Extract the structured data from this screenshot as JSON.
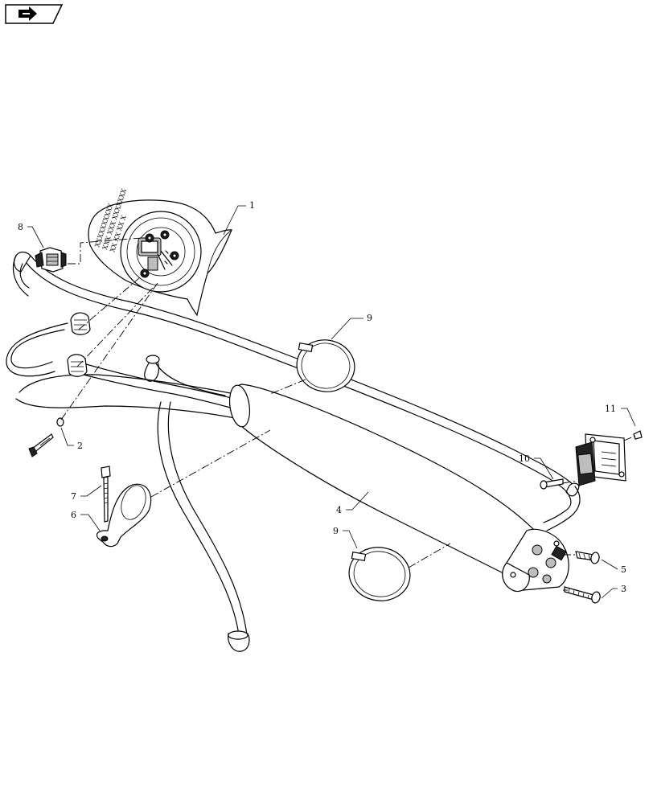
{
  "nav": {
    "icon": "arrow-right-icon"
  },
  "diagram": {
    "plate_text": [
      "XXXXXXXXXX",
      "XXX XXX XXXXXXX",
      "XX XX XX X"
    ],
    "callouts": [
      {
        "id": "c1",
        "label": "1"
      },
      {
        "id": "c2",
        "label": "2"
      },
      {
        "id": "c3",
        "label": "3"
      },
      {
        "id": "c4",
        "label": "4"
      },
      {
        "id": "c5",
        "label": "5"
      },
      {
        "id": "c6",
        "label": "6"
      },
      {
        "id": "c7",
        "label": "7"
      },
      {
        "id": "c8",
        "label": "8"
      },
      {
        "id": "c9a",
        "label": "9"
      },
      {
        "id": "c9b",
        "label": "9"
      },
      {
        "id": "c10",
        "label": "10"
      },
      {
        "id": "c11",
        "label": "11"
      }
    ]
  }
}
